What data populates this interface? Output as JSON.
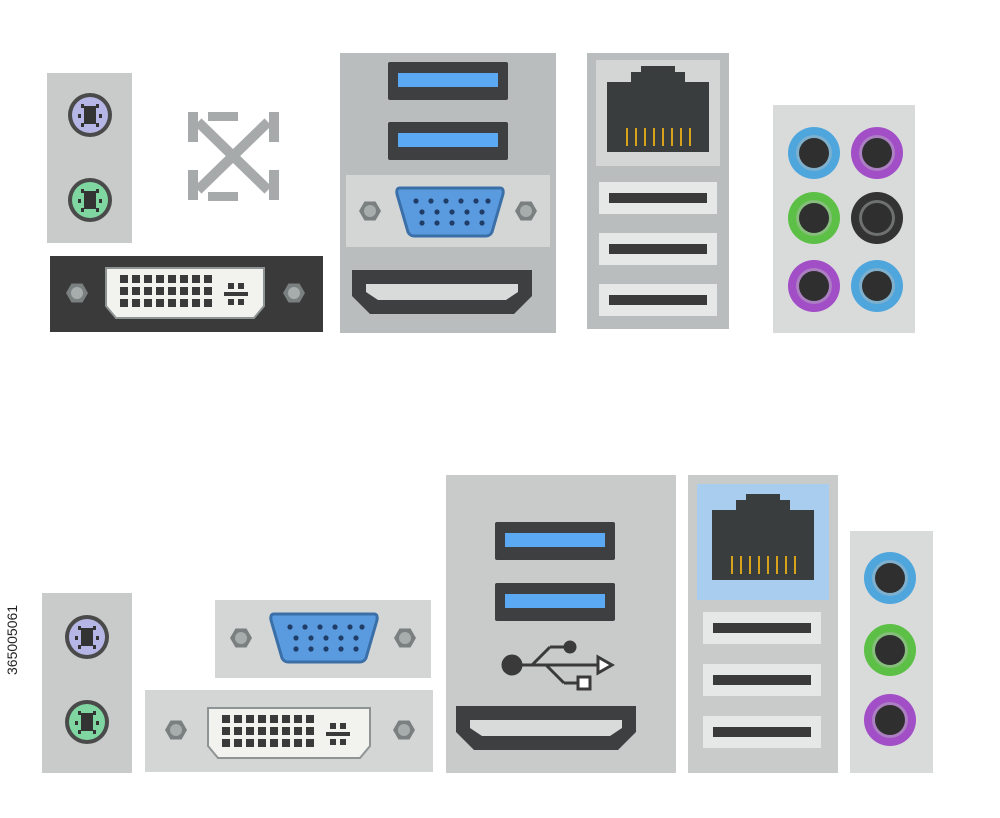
{
  "image_id_text": "365005061",
  "colors": {
    "panel": "#c9cbcb",
    "panel_dark": "#8e9494",
    "ps2_mouse": "#b6b6e6",
    "ps2_keyboard": "#7fd6a0",
    "usb3_blue": "#5aa9f2",
    "vga_blue": "#5a9be0",
    "audio_blue": "#4fa6dd",
    "audio_purple": "#a24ec7",
    "audio_green": "#5dc046",
    "audio_black": "#333333",
    "lan_highlight": "#a9cdee",
    "metal_dark": "#3a3a3a"
  },
  "icons": {
    "usb_symbol": "usb-icon",
    "no_port_mark": "cross-mark-icon"
  },
  "audio_jacks_top": [
    "blue",
    "purple",
    "green",
    "black",
    "purple",
    "blue"
  ],
  "audio_jacks_bottom": [
    "blue",
    "green",
    "purple"
  ]
}
